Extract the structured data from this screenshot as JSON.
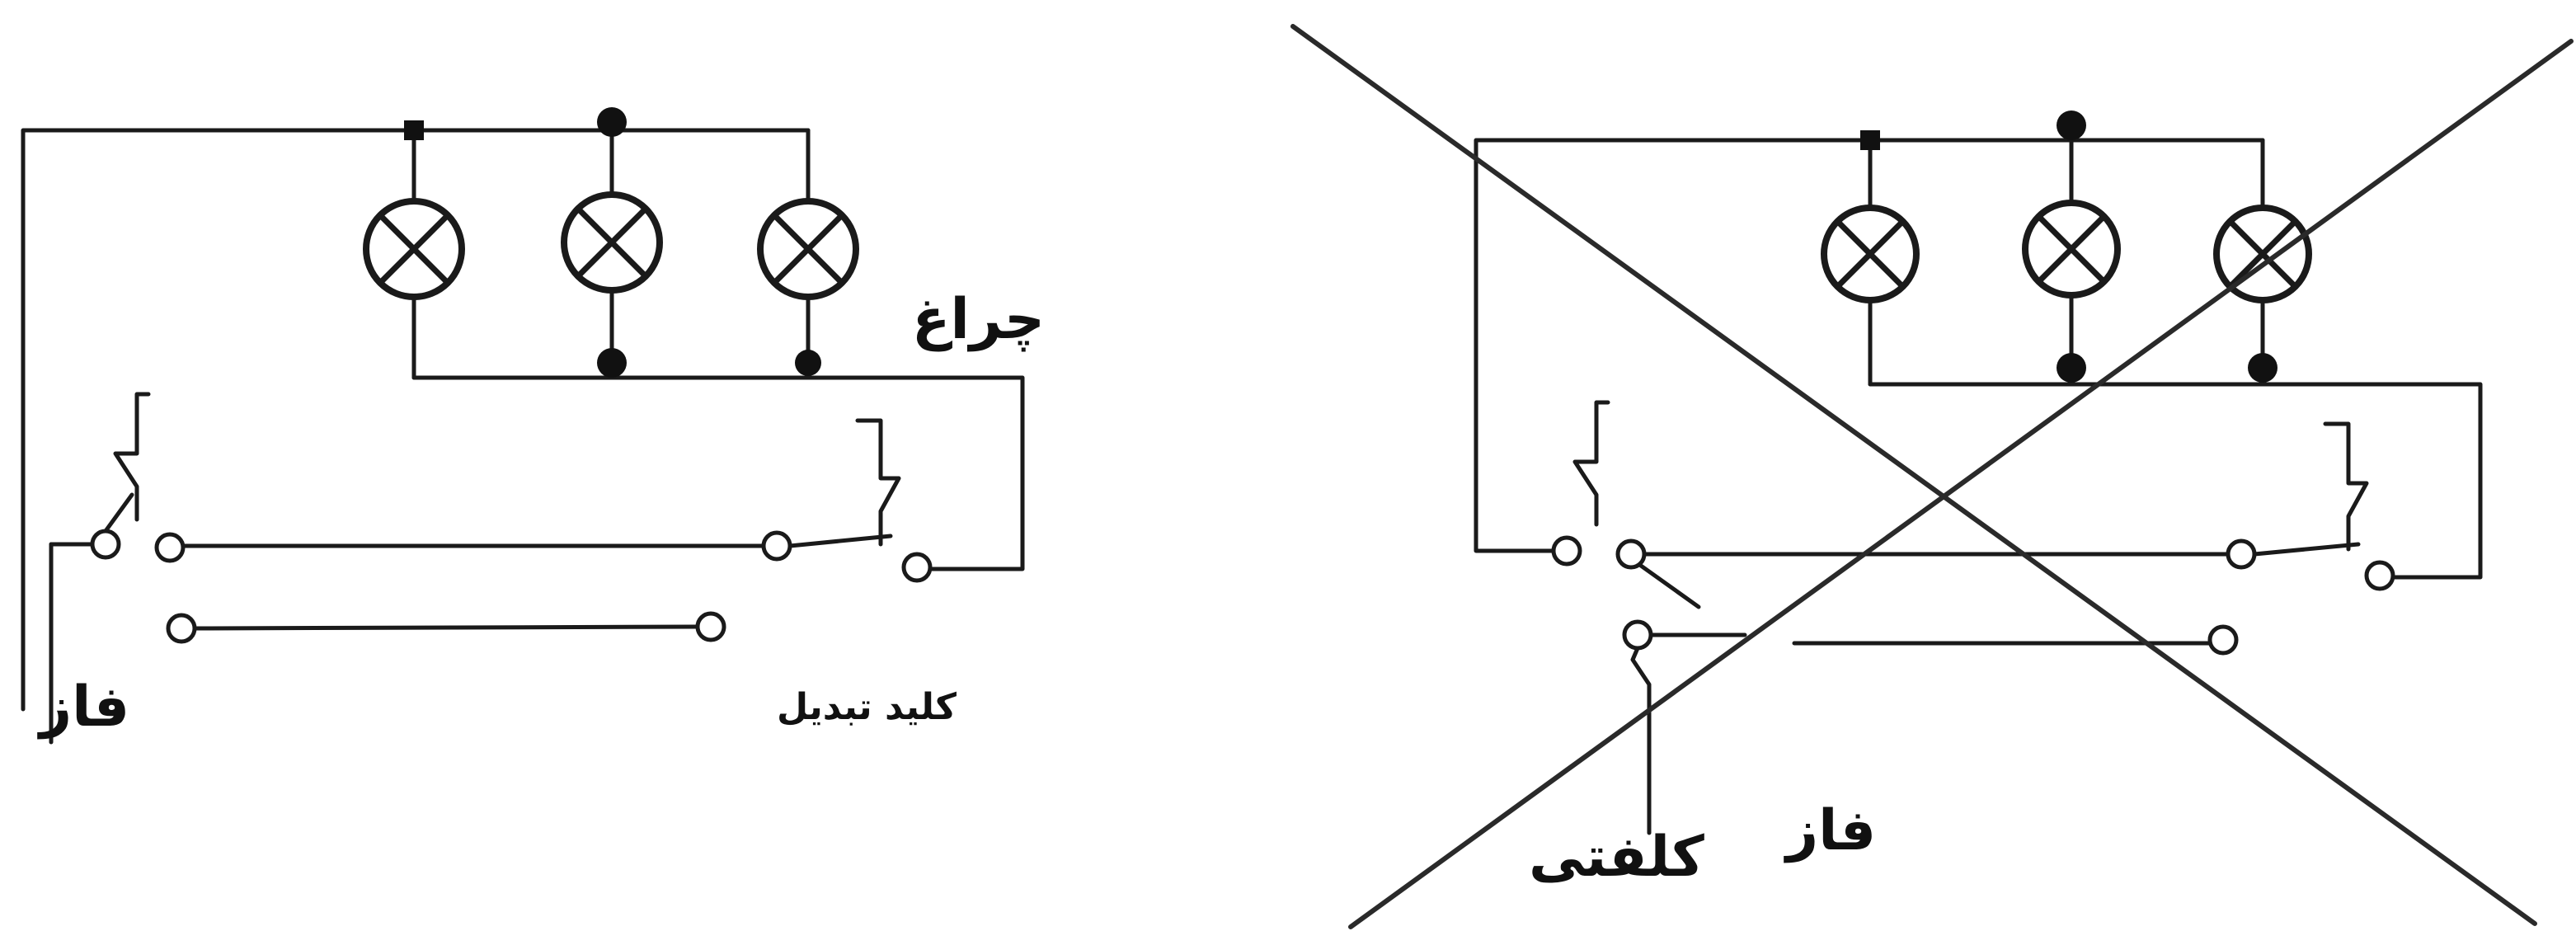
{
  "colors": {
    "line": "#1a1a1a",
    "background": "#ffffff"
  },
  "left": {
    "lamp_label": "چراغ",
    "switch_label": "کلید تبدیل",
    "phase_label": "فاز"
  },
  "right": {
    "phase_label": "فاز",
    "neutral_label": "کلفتی",
    "crossed_out": true
  }
}
